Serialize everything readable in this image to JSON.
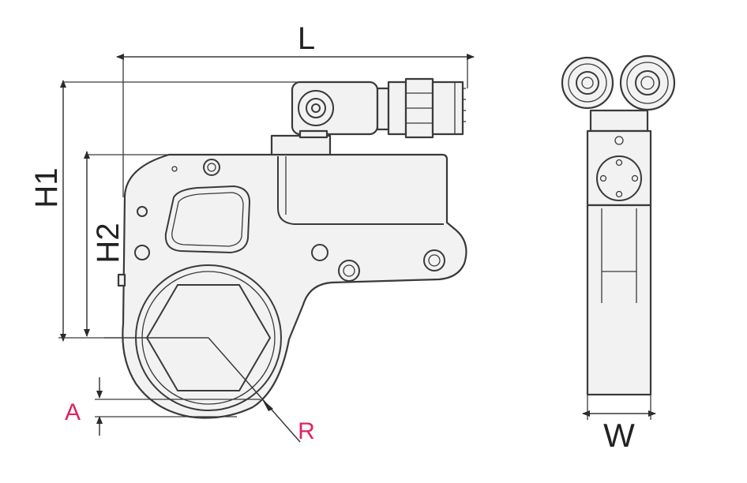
{
  "labels": {
    "L": "L",
    "H1": "H1",
    "H2": "H2",
    "A": "A",
    "R": "R",
    "W": "W"
  },
  "colors": {
    "outline": "#3a3a3a",
    "fill": "#f2f2f2",
    "text": "#222222",
    "accent": "#e0245e"
  }
}
